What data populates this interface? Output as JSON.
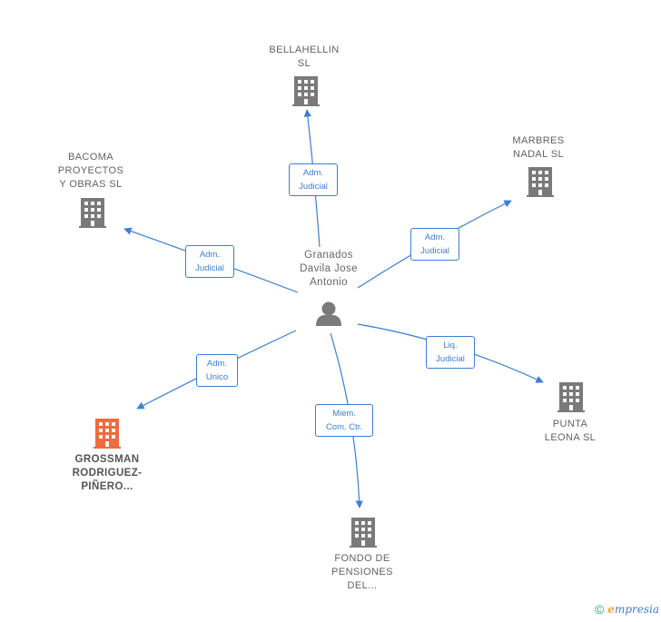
{
  "colors": {
    "edge": "#3b7fd6",
    "building": "#7a7a7a",
    "highlight": "#f26a3d",
    "person": "#7a7a7a"
  },
  "center": {
    "label": "Granados\nDavila Jose\nAntonio",
    "icon": "person-icon"
  },
  "nodes": [
    {
      "id": "bellahellin",
      "label": "BELLAHELLIN\nSL",
      "icon": "building-icon",
      "highlight": false
    },
    {
      "id": "bacoma",
      "label": "BACOMA\nPROYECTOS\nY OBRAS SL",
      "icon": "building-icon",
      "highlight": false
    },
    {
      "id": "marbres",
      "label": "MARBRES\nNADAL  SL",
      "icon": "building-icon",
      "highlight": false
    },
    {
      "id": "punta",
      "label": "PUNTA\nLEONA  SL",
      "icon": "building-icon",
      "highlight": false
    },
    {
      "id": "fondo",
      "label": "FONDO DE\nPENSIONES\nDEL...",
      "icon": "building-icon",
      "highlight": false
    },
    {
      "id": "grossman",
      "label": "GROSSMAN\nRODRIGUEZ-\nPIÑERO...",
      "icon": "building-icon",
      "highlight": true
    }
  ],
  "edges": [
    {
      "to": "bellahellin",
      "label": "Adm.\nJudicial"
    },
    {
      "to": "bacoma",
      "label": "Adm.\nJudicial"
    },
    {
      "to": "marbres",
      "label": "Adm.\nJudicial"
    },
    {
      "to": "punta",
      "label": "Liq.\nJudicial"
    },
    {
      "to": "fondo",
      "label": "Miem.\nCom. Ctr."
    },
    {
      "to": "grossman",
      "label": "Adm.\nUnico"
    }
  ],
  "footer": {
    "copyright": "©",
    "brand_first": "e",
    "brand_rest": "mpresia"
  }
}
